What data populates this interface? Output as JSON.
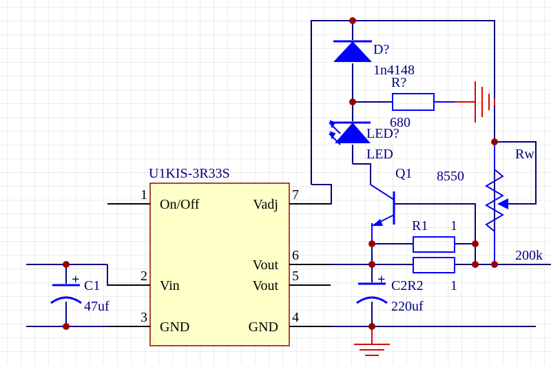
{
  "colors": {
    "background": "#ffffff",
    "grid": "#d8d8d8",
    "wire": "#000080",
    "component": "#0000ff",
    "chip_body": "#ffffc8",
    "chip_border": "#990000",
    "pin_line": "#000000",
    "junction": "#990000",
    "ground_red": "#dd0000",
    "label_black": "#000000",
    "label_navy": "#000080"
  },
  "chip": {
    "designator": "U1KIS-3R33S",
    "pins": [
      {
        "number": "1",
        "name": "On/Off"
      },
      {
        "number": "2",
        "name": "Vin"
      },
      {
        "number": "3",
        "name": "GND"
      },
      {
        "number": "7",
        "name": "Vadj"
      },
      {
        "number": "6",
        "name": "Vout"
      },
      {
        "number": "5",
        "name": "Vout"
      },
      {
        "number": "4",
        "name": "GND"
      }
    ]
  },
  "components": {
    "diode": {
      "designator": "D?",
      "value": "1n4148"
    },
    "resistor_r": {
      "designator": "R?",
      "value": "680"
    },
    "led": {
      "designator": "LED?",
      "value": "LED"
    },
    "transistor": {
      "designator": "Q1",
      "value": "8550"
    },
    "r1": {
      "designator": "R1",
      "value": "1"
    },
    "r2": {
      "designator": "C2R2",
      "value": "1"
    },
    "potentiometer": {
      "designator": "Rw",
      "value": "200k"
    },
    "c1": {
      "designator": "C1",
      "value": "47uf",
      "polarity": "+"
    },
    "c2": {
      "value": "220uf",
      "polarity": "+"
    }
  }
}
